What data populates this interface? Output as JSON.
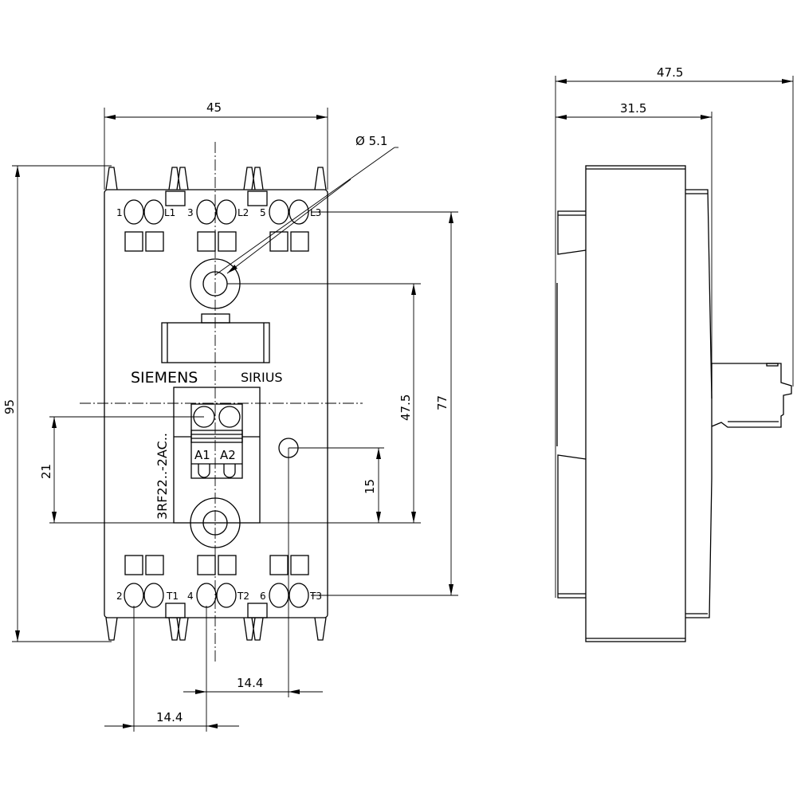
{
  "dimensions": {
    "width_front": "45",
    "height_front": "95",
    "hole_diameter": "Ø 5.1",
    "hole_spacing": "77",
    "upper_hole_to_centerline": "47.5",
    "control_terminal_height": "21",
    "led_height": "15",
    "terminal_pitch_upper": "14.4",
    "terminal_pitch_lower": "14.4",
    "depth_total": "47.5",
    "depth_body": "31.5"
  },
  "labels": {
    "top_terminals": [
      "1",
      "L1",
      "3",
      "L2",
      "5",
      "L3"
    ],
    "bottom_terminals": [
      "2",
      "T1",
      "4",
      "T2",
      "6",
      "T3"
    ],
    "brand": "SIEMENS",
    "product_line": "SIRIUS",
    "model": "3RF22..-2AC..",
    "control_terminals": [
      "A1",
      "A2"
    ]
  }
}
